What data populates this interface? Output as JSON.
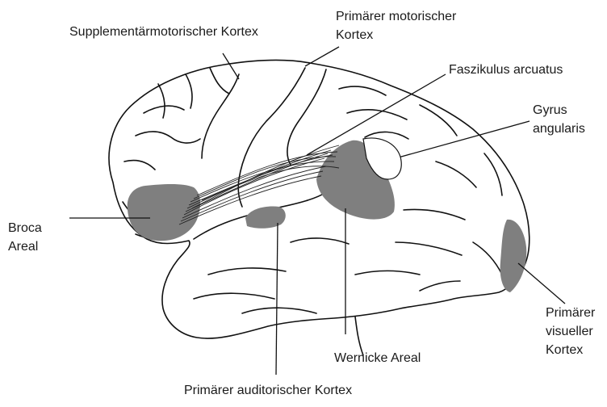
{
  "labels": {
    "sma": "Supplementärmotorischer Kortex",
    "primary_motor_1": "Primärer motorischer",
    "primary_motor_2": "Kortex",
    "arcuate": "Faszikulus arcuatus",
    "angular_1": "Gyrus",
    "angular_2": "angularis",
    "broca_1": "Broca",
    "broca_2": "Areal",
    "visual_1": "Primärer",
    "visual_2": "visueller",
    "visual_3": "Kortex",
    "wernicke": "Wernicke Areal",
    "auditory": "Primärer auditorischer Kortex"
  },
  "colors": {
    "area_fill": "#7f7f7f",
    "outline": "#111111",
    "background": "#ffffff"
  }
}
